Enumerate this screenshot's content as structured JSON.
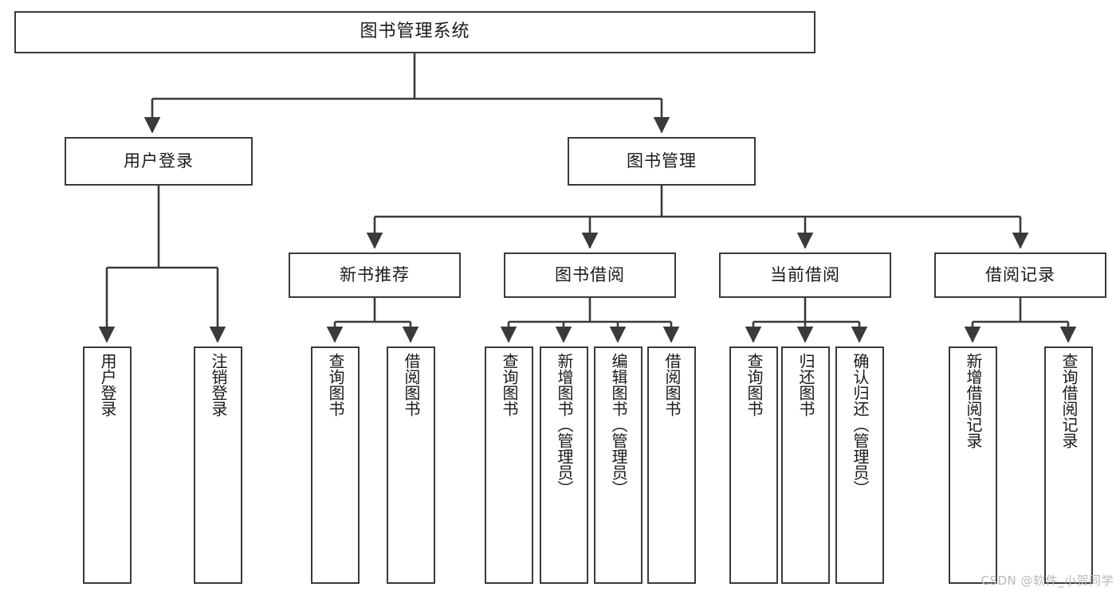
{
  "diagram": {
    "title": "图书管理系统",
    "colors": {
      "stroke": "#3a3a3a",
      "fill": "#ffffff",
      "text": "#1a1a1a",
      "watermark": "#b9b9b9",
      "background": "#ffffff"
    },
    "watermark": "CSDN @软件_小贺同学",
    "root": {
      "label": "图书管理系统"
    },
    "level2": [
      {
        "label": "用户登录"
      },
      {
        "label": "图书管理"
      }
    ],
    "level3": [
      {
        "label": "新书推荐"
      },
      {
        "label": "图书借阅"
      },
      {
        "label": "当前借阅"
      },
      {
        "label": "借阅记录"
      }
    ],
    "leaves": {
      "user_login": [
        {
          "label": "用户登录"
        },
        {
          "label": "注销登录"
        }
      ],
      "new_book_recommend": [
        {
          "label": "查询图书"
        },
        {
          "label": "借阅图书"
        }
      ],
      "book_borrow": [
        {
          "label": "查询图书"
        },
        {
          "label": "新增图书（管理员）"
        },
        {
          "label": "编辑图书（管理员）"
        },
        {
          "label": "借阅图书"
        }
      ],
      "current_borrow": [
        {
          "label": "查询图书"
        },
        {
          "label": "归还图书"
        },
        {
          "label": "确认归还（管理员）"
        }
      ],
      "borrow_record": [
        {
          "label": "新增借阅记录"
        },
        {
          "label": "查询借阅记录"
        }
      ]
    }
  }
}
